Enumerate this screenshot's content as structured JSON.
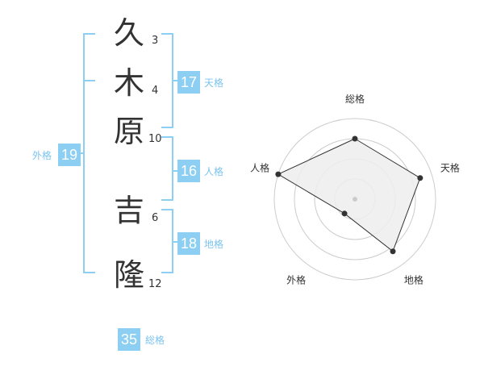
{
  "name": {
    "chars": [
      {
        "char": "久",
        "strokes": "3"
      },
      {
        "char": "木",
        "strokes": "4"
      },
      {
        "char": "原",
        "strokes": "10"
      },
      {
        "char": "吉",
        "strokes": "6"
      },
      {
        "char": "隆",
        "strokes": "12"
      }
    ]
  },
  "kaku": {
    "tenkaku": {
      "value": "17",
      "label": "天格"
    },
    "jinkaku": {
      "value": "16",
      "label": "人格"
    },
    "chikaku": {
      "value": "18",
      "label": "地格"
    },
    "gaikaku": {
      "value": "19",
      "label": "外格"
    },
    "soukaku": {
      "value": "35",
      "label": "総格"
    }
  },
  "chart_data": {
    "type": "radar",
    "axes": [
      "総格",
      "天格",
      "地格",
      "外格",
      "人格"
    ],
    "values": [
      0.75,
      0.85,
      0.8,
      0.22,
      1.0
    ],
    "range": [
      0,
      1
    ],
    "rings": 4,
    "colors": {
      "fill": "#ededed",
      "line": "#333333",
      "ring": "#cccccc",
      "point": "#333333",
      "center": "#cccccc"
    }
  },
  "colors": {
    "accent": "#8ccff3",
    "accent_text": "#7cc4ee",
    "bracket": "#8ccff3"
  }
}
